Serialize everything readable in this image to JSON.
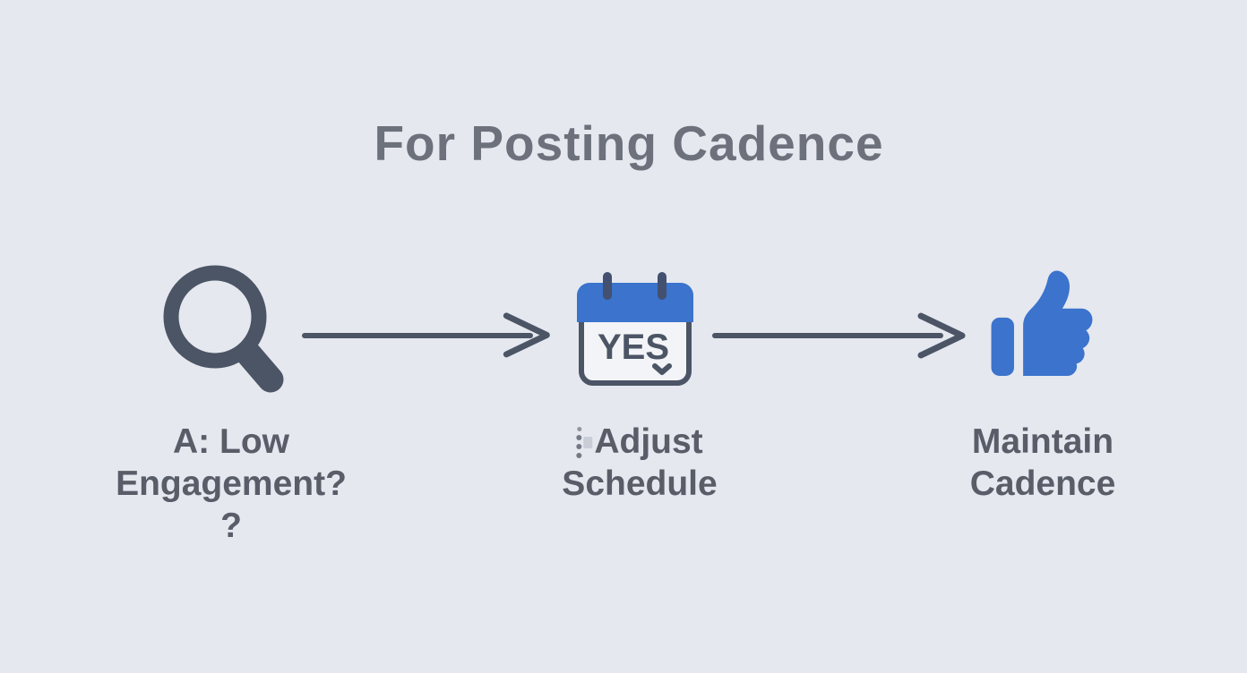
{
  "title": "For Posting Cadence",
  "colors": {
    "background": "#e5e8ef",
    "slate": "#4c5565",
    "label_text": "#585d68",
    "title_text": "#6c717b",
    "blue": "#3b73cd",
    "calendar_body": "#f3f4f7",
    "calendar_pin": "#435070",
    "dots_gray": "#747a85"
  },
  "steps": [
    {
      "id": "low-engagement",
      "icon": "magnifier-icon",
      "lines": [
        "A: Low",
        "Engagement?",
        "?"
      ]
    },
    {
      "id": "adjust-schedule",
      "icon": "calendar-icon",
      "badge": "YES",
      "lines": [
        "Adjust",
        "Schedule"
      ]
    },
    {
      "id": "maintain-cadence",
      "icon": "thumbs-up-icon",
      "lines": [
        "Maintain",
        "Cadence"
      ]
    }
  ]
}
